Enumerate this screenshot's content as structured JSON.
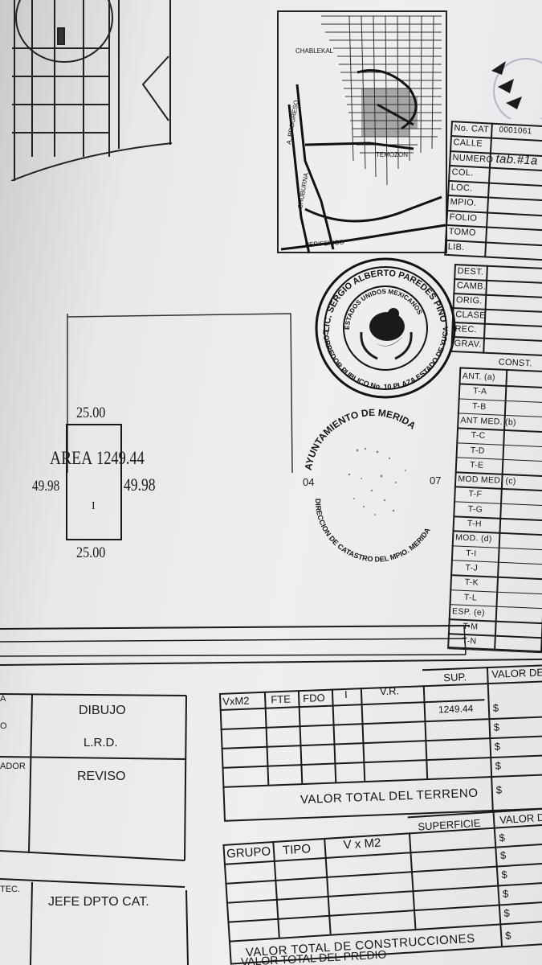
{
  "location_map": {
    "street_labels": [
      "CHABLEKAL",
      "A. PROGRESO",
      "CHUBURNA",
      "TEMOZON",
      "PERIFERICO"
    ]
  },
  "parcel": {
    "top_dimension": "25.00",
    "bottom_dimension": "25.00",
    "left_dimension": "49.98",
    "right_dimension": "49.98",
    "area_label": "AREA",
    "area_value": "1249.44",
    "lot_marker": "I"
  },
  "stamp_notary": {
    "outer_text": "LIC. SERGIO ALBERTO PAREDES PINO",
    "inner_text": "ESTADOS UNIDOS MEXICANOS",
    "bottom_text": "CORREDOR PUBLICO No. 10 PLAZA ESTADO DE YUCATAN"
  },
  "stamp_catastro": {
    "top_text": "AYUNTAMIENTO DE MERIDA",
    "bottom_text": "DIRECCION DE CATASTRO DEL MPIO. MERIDA",
    "left_number": "04",
    "right_number": "07"
  },
  "info_panel": {
    "rows": [
      {
        "label": "No. CAT",
        "value": "0001061"
      },
      {
        "label": "CALLE",
        "value": ""
      },
      {
        "label": "NUMERO",
        "value": "tab.#1a"
      },
      {
        "label": "COL.",
        "value": ""
      },
      {
        "label": "LOC.",
        "value": ""
      },
      {
        "label": "MPIO.",
        "value": ""
      },
      {
        "label": "FOLIO",
        "value": ""
      },
      {
        "label": "TOMO",
        "value": ""
      },
      {
        "label": "LIB.",
        "value": ""
      }
    ]
  },
  "class_panel": {
    "rows": [
      "DEST.",
      "CAMB.",
      "ORIG.",
      "CLASE",
      "REC.",
      "GRAV."
    ],
    "const_header": "CONST.",
    "const_rows": [
      "ANT. (a)",
      "T-A",
      "T-B",
      "ANT MED. (b)",
      "T-C",
      "T-D",
      "T-E",
      "MOD MED. (c)",
      "T-F",
      "T-G",
      "T-H",
      "MOD. (d)",
      "T-I",
      "T-J",
      "T-K",
      "T-L",
      "ESP. (e)",
      "T-M",
      "T-N"
    ]
  },
  "signatures": {
    "left_fragments": [
      "A",
      "O",
      "ADOR",
      "TEC."
    ],
    "dibujo_label": "DIBUJO",
    "dibujo_value": "L.R.D.",
    "reviso_label": "REVISO",
    "jefe_label": "JEFE DPTO CAT."
  },
  "land_table": {
    "headers": [
      "VxM2",
      "FTE",
      "FDO",
      "I",
      "V.R.",
      "SUP.",
      "VALOR DE"
    ],
    "sup_value": "1249.44",
    "currency": "$",
    "total_label": "VALOR TOTAL DEL TERRENO"
  },
  "construction_table": {
    "headers": [
      "GRUPO",
      "TIPO",
      "V x M2",
      "SUPERFICIE",
      "VALOR DE"
    ],
    "currency": "$",
    "total_label": "VALOR TOTAL DE CONSTRUCCIONES",
    "cut_label": "VALOR TOTAL DEL PREDIO"
  }
}
